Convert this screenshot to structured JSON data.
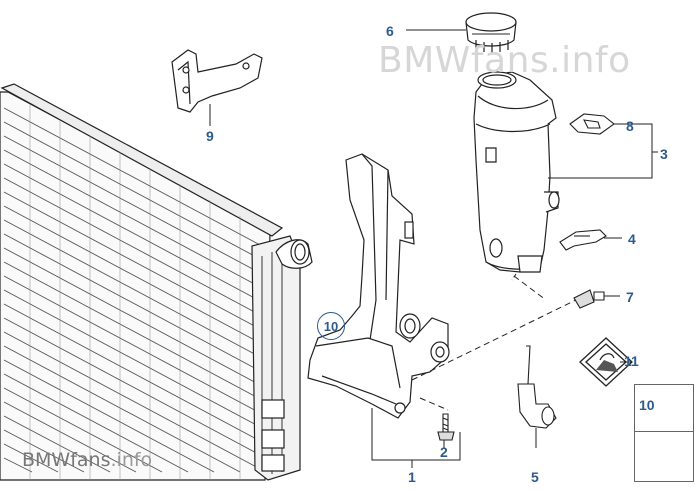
{
  "watermarks": {
    "top": "BMWfans.info",
    "bottom_main": "BMWfans",
    "bottom_suffix": ".info"
  },
  "callouts": [
    {
      "id": "1",
      "label": "1"
    },
    {
      "id": "2",
      "label": "2"
    },
    {
      "id": "3",
      "label": "3"
    },
    {
      "id": "4",
      "label": "4"
    },
    {
      "id": "5",
      "label": "5"
    },
    {
      "id": "6",
      "label": "6"
    },
    {
      "id": "7",
      "label": "7"
    },
    {
      "id": "8",
      "label": "8"
    },
    {
      "id": "9",
      "label": "9"
    },
    {
      "id": "10",
      "label": "10"
    },
    {
      "id": "11",
      "label": "11"
    }
  ],
  "legend": {
    "part_label": "10"
  },
  "colors": {
    "callout": "#2d5b8c",
    "line": "#222222",
    "watermark": "#d6d6d6"
  }
}
